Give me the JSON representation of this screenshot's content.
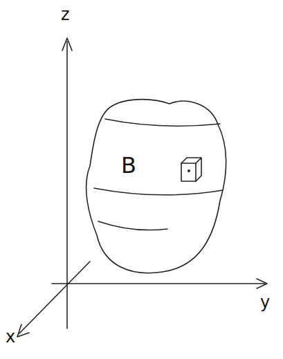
{
  "diagram": {
    "nodes": [
      {
        "text": [
          "B"
        ]
      }
    ],
    "labels": [
      "z",
      "y",
      "x"
    ]
  }
}
